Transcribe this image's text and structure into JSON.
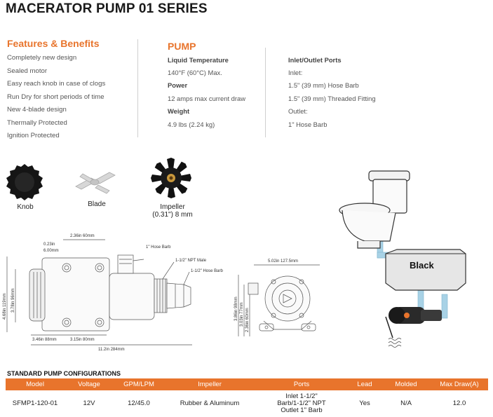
{
  "title": "MACERATOR PUMP 01 SERIES",
  "features": {
    "heading": "Features & Benefits",
    "items": [
      "Completely new design",
      "Sealed motor",
      "Easy reach knob in case of clogs",
      "Run Dry for short periods of time",
      "New 4-blade design",
      "Thermally Protected",
      "Ignition Protected"
    ]
  },
  "pump": {
    "heading": "PUMP",
    "liquid_temp_label": "Liquid Temperature",
    "liquid_temp_value": "140°F (60°C) Max.",
    "power_label": "Power",
    "power_value": "12 amps max current draw",
    "weight_label": "Weight",
    "weight_value": "4.9 lbs (2.24 kg)"
  },
  "ports": {
    "heading": "Inlet/Outlet Ports",
    "inlet_label": "Inlet:",
    "inlet_1": "1.5\" (39 mm) Hose Barb",
    "inlet_2": "1.5\" (39 mm) Threaded Fitting",
    "outlet_label": "Outlet:",
    "outlet_1": "1\" Hose Barb"
  },
  "parts": {
    "knob": "Knob",
    "blade": "Blade",
    "impeller_1": "Impeller",
    "impeller_2": "(0.31\") 8 mm"
  },
  "side_drawing": {
    "dim_top": "2.36in 60mm",
    "dim_small_1": "0.23in",
    "dim_small_2": "6.00mm",
    "dim_outer_h": "4.68in 119mm",
    "dim_inner_h": "3.78in 96mm",
    "dim_b1": "3.46in 88mm",
    "dim_b2": "3.15in 80mm",
    "dim_total": "11.2in 284mm",
    "callout_1": "1\" Hose Barb",
    "callout_2": "1-1/2\" NPT Male",
    "callout_3": "1-1/2\" Hose Barb"
  },
  "front_drawing": {
    "dim_top": "5.02in 127.5mm",
    "dim_h1": "3.86in 98mm",
    "dim_h2": "3.03in 77mm",
    "dim_h3": "2.36in 60mm"
  },
  "diagram": {
    "tank_label": "Black"
  },
  "table": {
    "heading": "STANDARD PUMP CONFIGURATIONS",
    "columns": [
      "Model",
      "Voltage",
      "GPM/LPM",
      "Impeller",
      "Ports",
      "Lead",
      "Molded",
      "Max Draw(A)"
    ],
    "rows": [
      {
        "model": "SFMP1-120-01",
        "voltage": "12V",
        "gpm": "12/45.0",
        "impeller": "Rubber & Aluminum",
        "ports_1": "Inlet 1-1/2\"",
        "ports_2": "Barb/1-1/2\" NPT",
        "ports_3": "Outlet 1\" Barb",
        "lead": "Yes",
        "molded": "N/A",
        "max_draw": "12.0"
      }
    ]
  },
  "colors": {
    "accent": "#e8742c",
    "pipe": "#a8d2e6"
  }
}
